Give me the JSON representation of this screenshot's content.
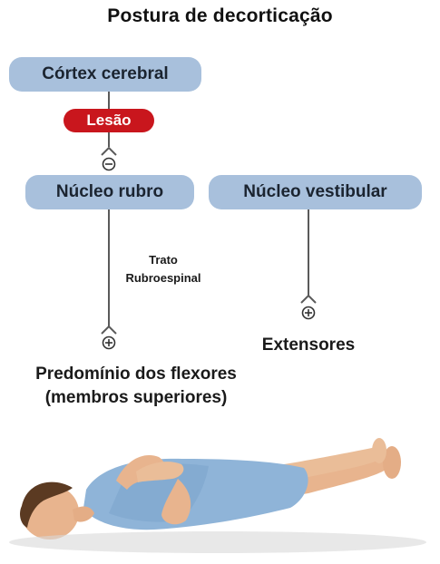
{
  "title": "Postura de decorticação",
  "nodes": {
    "cortex": "Córtex cerebral",
    "lesion": "Lesão",
    "rubro": "Núcleo rubro",
    "vestibular": "Núcleo vestibular"
  },
  "tract_label": [
    "Trato",
    "Rubroespinal"
  ],
  "outcomes": {
    "flexors": [
      "Predomínio dos flexores",
      "(membros superiores)"
    ],
    "extensors": "Extensores"
  },
  "symbols": {
    "inhibit": "⊖",
    "excite": "⊕"
  },
  "colors": {
    "box_fill": "#a8c0dc",
    "lesion_fill": "#c9161d",
    "line": "#5a5a5a",
    "gown": "#8fb4d8",
    "skin": "#e8b48e",
    "hair": "#5b3a22"
  }
}
